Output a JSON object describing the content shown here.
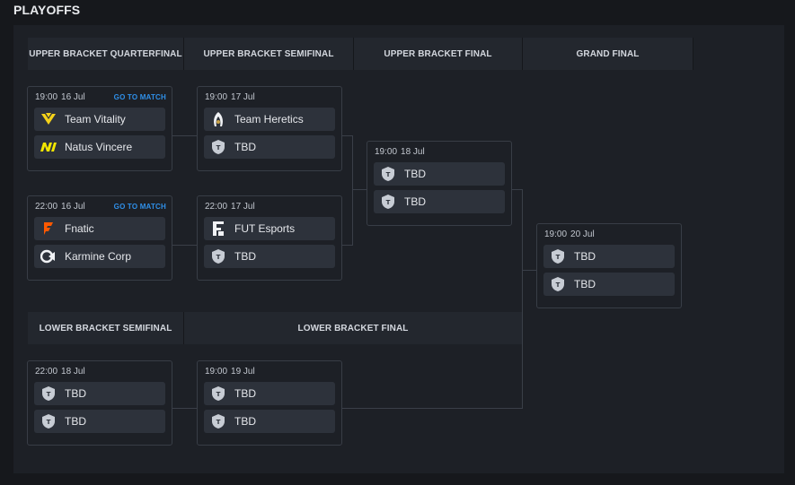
{
  "page": {
    "title": "PLAYOFFS"
  },
  "headers": {
    "ub_quarterfinal": "UPPER BRACKET QUARTERFINAL",
    "ub_semifinal": "UPPER BRACKET SEMIFINAL",
    "ub_final": "UPPER BRACKET FINAL",
    "grand_final": "GRAND FINAL",
    "lb_semifinal": "LOWER BRACKET SEMIFINAL",
    "lb_final": "LOWER BRACKET FINAL"
  },
  "go_to_match_label": "GO TO MATCH",
  "matches": {
    "ubqf1": {
      "time": "19:00",
      "date": "16 Jul",
      "team1": "Team Vitality",
      "team2": "Natus Vincere"
    },
    "ubqf2": {
      "time": "22:00",
      "date": "16 Jul",
      "team1": "Fnatic",
      "team2": "Karmine Corp"
    },
    "ubsf1": {
      "time": "19:00",
      "date": "17 Jul",
      "team1": "Team Heretics",
      "team2": "TBD"
    },
    "ubsf2": {
      "time": "22:00",
      "date": "17 Jul",
      "team1": "FUT Esports",
      "team2": "TBD"
    },
    "ubf": {
      "time": "19:00",
      "date": "18 Jul",
      "team1": "TBD",
      "team2": "TBD"
    },
    "gf": {
      "time": "19:00",
      "date": "20 Jul",
      "team1": "TBD",
      "team2": "TBD"
    },
    "lbsf": {
      "time": "22:00",
      "date": "18 Jul",
      "team1": "TBD",
      "team2": "TBD"
    },
    "lbf": {
      "time": "19:00",
      "date": "19 Jul",
      "team1": "TBD",
      "team2": "TBD"
    }
  },
  "colors": {
    "accent_link": "#2f8fe8",
    "vitality": "#f5d21a",
    "navi": "#f2e600",
    "fnatic": "#ff5900"
  }
}
